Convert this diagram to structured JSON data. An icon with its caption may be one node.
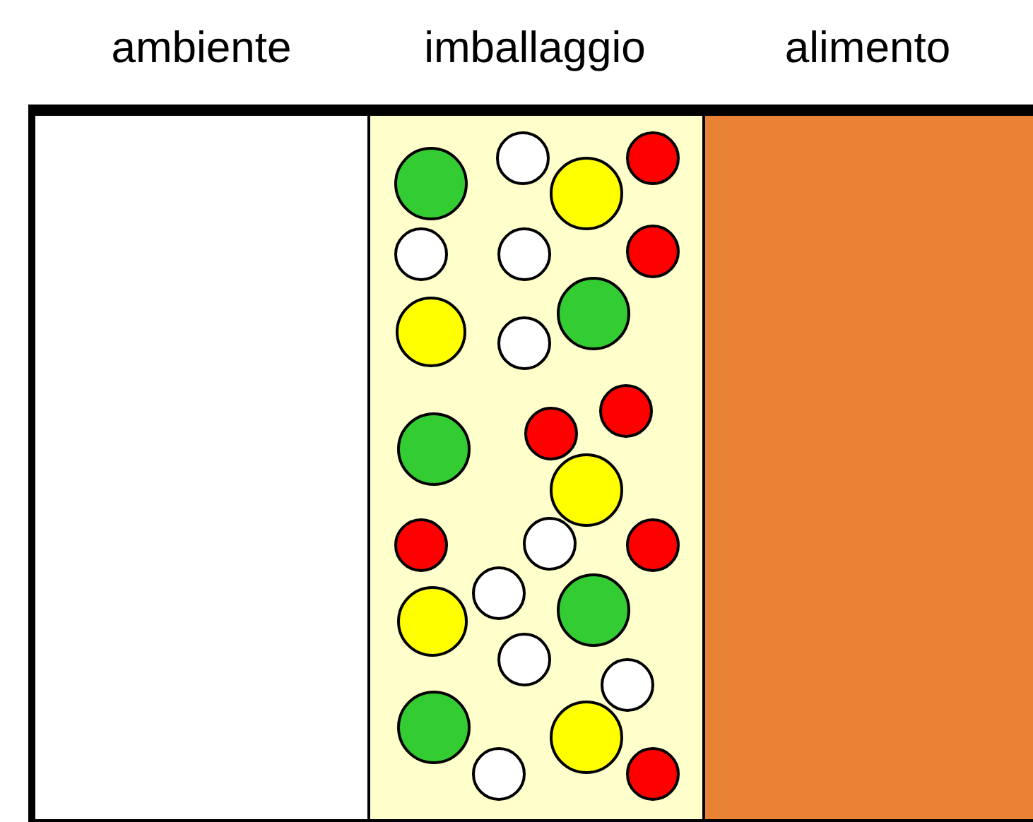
{
  "diagram": {
    "nodes": [
      {
        "text": [
          "ambiente"
        ]
      },
      {
        "text": [
          "imballaggio"
        ]
      },
      {
        "text": [
          "alimento"
        ]
      }
    ]
  }
}
